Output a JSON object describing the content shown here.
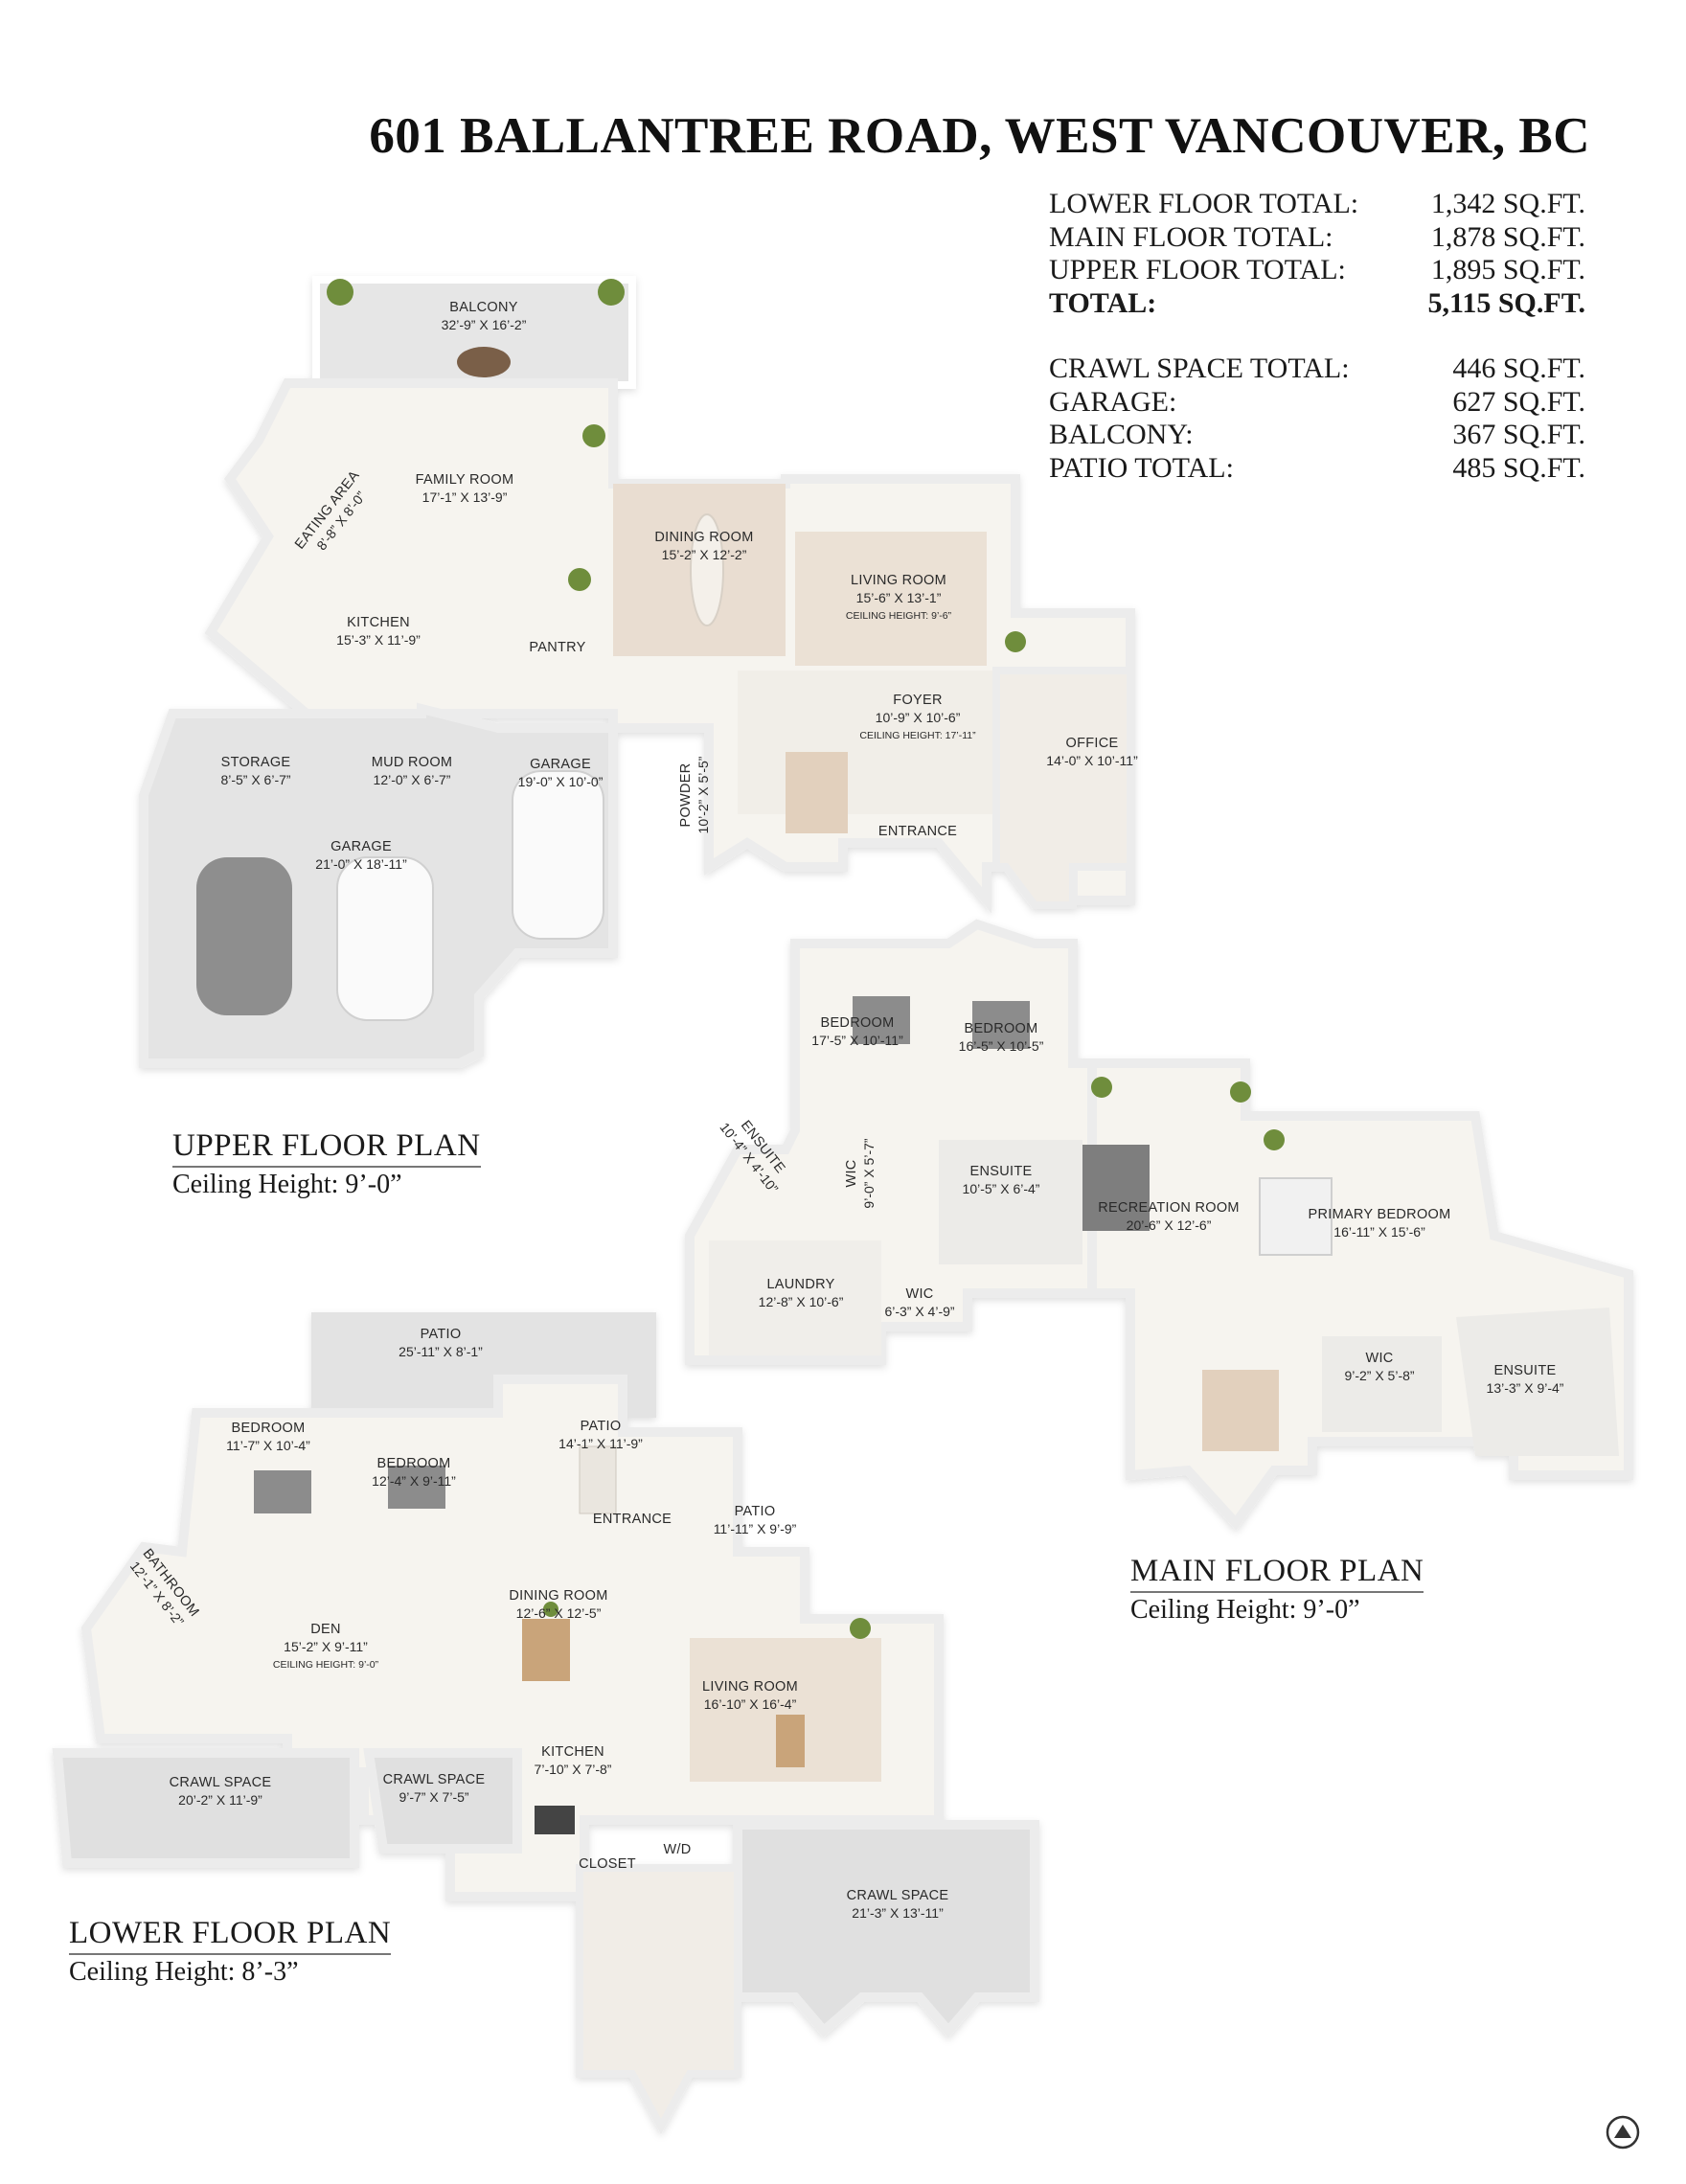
{
  "address": "601 BALLANTREE ROAD, WEST VANCOUVER, BC",
  "totals": [
    {
      "label": "Lower Floor Total:",
      "value": "1,342 SQ.FT.",
      "bold": false
    },
    {
      "label": "Main Floor Total:",
      "value": "1,878 SQ.FT.",
      "bold": false
    },
    {
      "label": "Upper Floor Total:",
      "value": "1,895 SQ.FT.",
      "bold": false
    },
    {
      "label": "Total:",
      "value": "5,115 SQ.FT.",
      "bold": true
    }
  ],
  "extras": [
    {
      "label": "Crawl Space Total:",
      "value": "446 SQ.FT."
    },
    {
      "label": "Garage:",
      "value": "627 SQ.FT."
    },
    {
      "label": "Balcony:",
      "value": "367 SQ.FT."
    },
    {
      "label": "Patio Total:",
      "value": "485 SQ.FT."
    }
  ],
  "floors": {
    "upper": {
      "name": "UPPER FLOOR PLAN",
      "ceiling": "Ceiling Height: 9’-0”",
      "rooms": [
        {
          "id": "balcony",
          "name": "BALCONY",
          "dim": "32’-9” X 16’-2”"
        },
        {
          "id": "family",
          "name": "FAMILY ROOM",
          "dim": "17’-1” X 13’-9”"
        },
        {
          "id": "eating",
          "name": "EATING AREA",
          "dim": "8’-8” X 8’-0”"
        },
        {
          "id": "dining",
          "name": "DINING ROOM",
          "dim": "15’-2” X 12’-2”"
        },
        {
          "id": "living",
          "name": "LIVING ROOM",
          "dim": "15’-6” X 13’-1”",
          "note": "CEILING HEIGHT: 9’-6”"
        },
        {
          "id": "kitchen",
          "name": "KITCHEN",
          "dim": "15’-3” X 11’-9”"
        },
        {
          "id": "pantry",
          "name": "PANTRY"
        },
        {
          "id": "foyer",
          "name": "FOYER",
          "dim": "10’-9” X 10’-6”",
          "note": "CEILING HEIGHT: 17’-11”"
        },
        {
          "id": "office",
          "name": "OFFICE",
          "dim": "14’-0” X 10’-11”"
        },
        {
          "id": "storage",
          "name": "STORAGE",
          "dim": "8’-5” X 6’-7”"
        },
        {
          "id": "mud",
          "name": "MUD ROOM",
          "dim": "12’-0” X 6’-7”"
        },
        {
          "id": "garage1",
          "name": "GARAGE",
          "dim": "19’-0” X 10’-0”"
        },
        {
          "id": "powder",
          "name": "POWDER",
          "dim": "10’-2” X 5’-5”"
        },
        {
          "id": "entrance",
          "name": "ENTRANCE"
        },
        {
          "id": "garage2",
          "name": "GARAGE",
          "dim": "21’-0” X 18’-11”"
        }
      ]
    },
    "main": {
      "name": "MAIN FLOOR PLAN",
      "ceiling": "Ceiling Height: 9’-0”",
      "rooms": [
        {
          "id": "bed1",
          "name": "BEDROOM",
          "dim": "17’-5” X 10’-11”"
        },
        {
          "id": "bed2",
          "name": "BEDROOM",
          "dim": "16’-5” X 10’-5”"
        },
        {
          "id": "ensuite1",
          "name": "ENSUITE",
          "dim": "10’-4” X 4’-10”"
        },
        {
          "id": "wic1",
          "name": "WIC",
          "dim": "9’-0” X 5’-7”"
        },
        {
          "id": "ensuite2",
          "name": "ENSUITE",
          "dim": "10’-5” X 6’-4”"
        },
        {
          "id": "rec",
          "name": "RECREATION ROOM",
          "dim": "20’-6” X 12’-6”"
        },
        {
          "id": "primary",
          "name": "PRIMARY BEDROOM",
          "dim": "16’-11” X 15’-6”"
        },
        {
          "id": "laundry",
          "name": "LAUNDRY",
          "dim": "12’-8” X 10’-6”"
        },
        {
          "id": "wic2",
          "name": "WIC",
          "dim": "6’-3” X 4’-9”"
        },
        {
          "id": "wic3",
          "name": "WIC",
          "dim": "9’-2” X 5’-8”"
        },
        {
          "id": "ensuite3",
          "name": "ENSUITE",
          "dim": "13’-3” X 9’-4”"
        }
      ]
    },
    "lower": {
      "name": "LOWER FLOOR PLAN",
      "ceiling": "Ceiling Height: 8’-3”",
      "rooms": [
        {
          "id": "patio1",
          "name": "PATIO",
          "dim": "25’-11” X 8’-1”"
        },
        {
          "id": "patio2",
          "name": "PATIO",
          "dim": "14’-1” X 11’-9”"
        },
        {
          "id": "lbed1",
          "name": "BEDROOM",
          "dim": "11’-7” X 10’-4”"
        },
        {
          "id": "lbed2",
          "name": "BEDROOM",
          "dim": "12’-4” X 9’-11”"
        },
        {
          "id": "lentrance",
          "name": "ENTRANCE"
        },
        {
          "id": "patio3",
          "name": "PATIO",
          "dim": "11’-11” X 9’-9”"
        },
        {
          "id": "bath",
          "name": "BATHROOM",
          "dim": "12’-1” X 8’-2”"
        },
        {
          "id": "ldining",
          "name": "DINING ROOM",
          "dim": "12’-6” X 12’-5”"
        },
        {
          "id": "den",
          "name": "DEN",
          "dim": "15’-2” X 9’-11”",
          "note": "CEILING HEIGHT: 9’-0”"
        },
        {
          "id": "lliving",
          "name": "LIVING ROOM",
          "dim": "16’-10” X 16’-4”"
        },
        {
          "id": "crawl1",
          "name": "CRAWL SPACE",
          "dim": "20’-2” X 11’-9”"
        },
        {
          "id": "crawl2",
          "name": "CRAWL SPACE",
          "dim": "9’-7” X 7’-5”"
        },
        {
          "id": "lkitchen",
          "name": "KITCHEN",
          "dim": "7’-10” X 7’-8”"
        },
        {
          "id": "closet",
          "name": "CLOSET"
        },
        {
          "id": "wd",
          "name": "W/D"
        },
        {
          "id": "crawl3",
          "name": "CRAWL SPACE",
          "dim": "21’-3” X 13’-11”"
        }
      ]
    }
  },
  "colors": {
    "wall": "#ededed",
    "floor": "#f6f4ef",
    "wood": "#e9e0d5",
    "tile": "#ece8e3",
    "crawl": "#d9d9d9",
    "outline": "#cfcfcf"
  }
}
